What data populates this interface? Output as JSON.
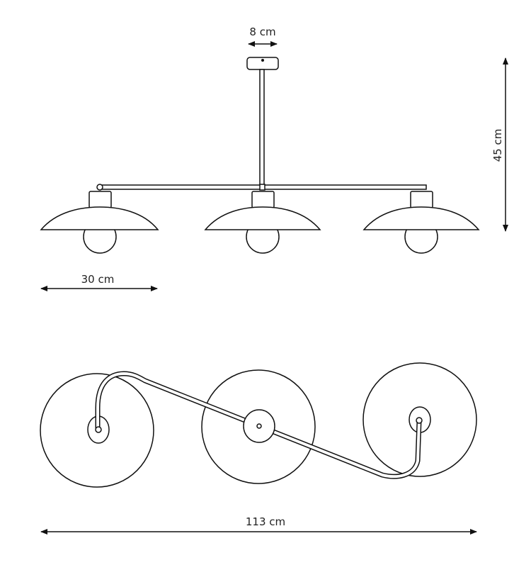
{
  "dimensions": {
    "canopy_width": "8 cm",
    "height": "45 cm",
    "shade_diameter": "30 cm",
    "total_width": "113 cm"
  },
  "colors": {
    "line": "#111111",
    "background": "#ffffff"
  }
}
